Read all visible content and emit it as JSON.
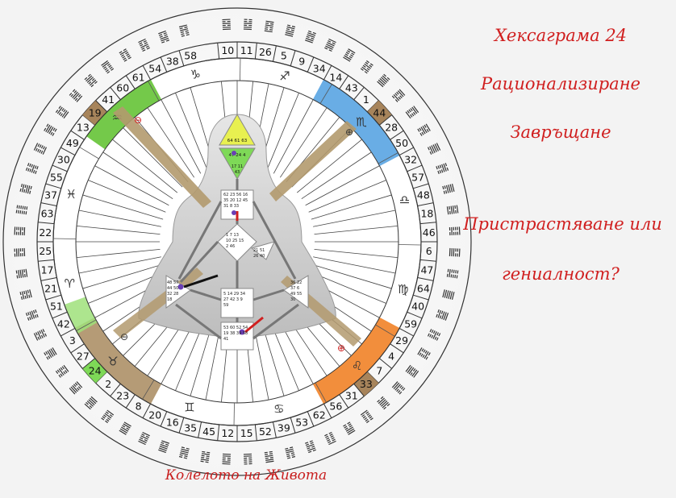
{
  "titles": {
    "line1": "Хексаграма 24",
    "line2": "Рационализиране",
    "line3": "Завръщане",
    "line4": "Пристрастяване или",
    "line5": "гениалност?"
  },
  "caption": "Колелото на Живота",
  "wheel": {
    "gates": [
      10,
      11,
      26,
      5,
      9,
      34,
      14,
      43,
      1,
      44,
      28,
      50,
      32,
      57,
      48,
      18,
      46,
      6,
      47,
      64,
      40,
      59,
      29,
      4,
      7,
      33,
      31,
      56,
      62,
      53,
      39,
      52,
      15,
      12,
      45,
      35,
      16,
      20,
      8,
      23,
      2,
      24,
      27,
      3,
      42,
      51,
      21,
      17,
      25,
      22,
      63,
      37,
      55,
      30,
      49,
      13,
      19,
      41,
      60,
      61,
      54,
      38,
      58
    ],
    "highlight_gates": {
      "19": "#a7845b",
      "44": "#a7845b",
      "33": "#a7845b",
      "24": "#7ed957"
    },
    "zodiac_symbols": [
      "♑",
      "♐",
      "♏",
      "♎",
      "♍",
      "♌",
      "♋",
      "♊",
      "♉",
      "♈",
      "♓",
      "♒"
    ],
    "planet_symbols": [
      "⊖",
      "⊕",
      "⊕",
      "⊖"
    ],
    "colors": {
      "green_band": "#5cc02a",
      "blue_band": "#4f9fe0",
      "orange_band": "#f07a1a",
      "tan_band": "#a88a5e",
      "accent_red": "#d01f1f"
    }
  },
  "bodygraph": {
    "head_numbers": "64 61 63",
    "ajna_numbers": "47 24 4",
    "ajna_low": "17 11",
    "ajna_low2": "43",
    "throat": "62 23 56 16 35 20 12 45 31 8 33",
    "g_center": "1 7 13 10 25 15 2 46",
    "heart": "21 51 26 40",
    "spleen": "48 57 44 50 32 28 18",
    "solar_plexus": "36 22 37 6 49 55 30",
    "sacral": "5 14 29 34 27 42 3 9 59",
    "root": "53 60 52 54 19 38 39 58 41"
  }
}
